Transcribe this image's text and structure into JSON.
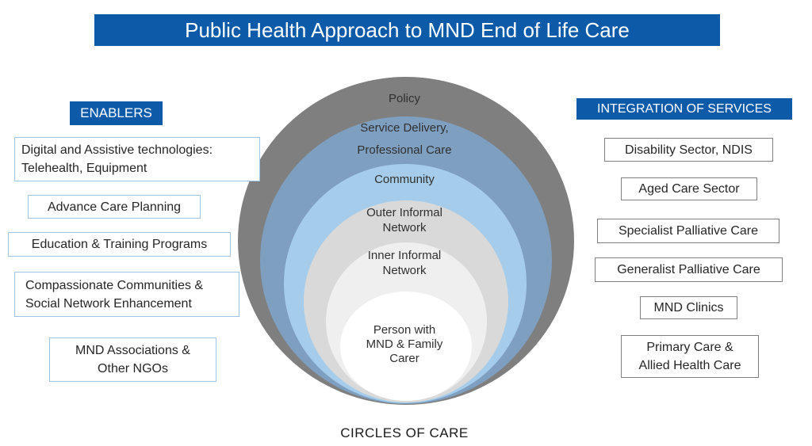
{
  "title": "Public Health Approach to MND End of Life Care",
  "colors": {
    "header_blue": "#0d5aa9",
    "left_box_border": "#9dc3e6",
    "right_box_border": "#7f7f7f",
    "text_dark": "#262626"
  },
  "enablers": {
    "header": "ENABLERS",
    "items": [
      {
        "label": "Digital and Assistive technologies:\nTelehealth, Equipment"
      },
      {
        "label": "Advance Care Planning"
      },
      {
        "label": "Education & Training Programs"
      },
      {
        "label": "Compassionate Communities &\nSocial Network Enhancement"
      },
      {
        "label": "MND Associations &\nOther NGOs"
      }
    ]
  },
  "integration": {
    "header": "INTEGRATION OF SERVICES",
    "items": [
      {
        "label": "Disability Sector, NDIS"
      },
      {
        "label": "Aged Care Sector"
      },
      {
        "label": "Specialist Palliative Care"
      },
      {
        "label": "Generalist Palliative Care"
      },
      {
        "label": "MND Clinics"
      },
      {
        "label": "Primary Care &\nAllied Health Care"
      }
    ]
  },
  "circles": {
    "caption": "CIRCLES OF CARE",
    "rings": [
      {
        "label": "Policy",
        "color": "#7f7f7f"
      },
      {
        "label": "Service Delivery,\nProfessional Care",
        "color": "#7f9fc1"
      },
      {
        "label": "Community",
        "color": "#a5cdeb"
      },
      {
        "label": "Outer Informal\nNetwork",
        "color": "#d9d9d9"
      },
      {
        "label": "Inner Informal\nNetwork",
        "color": "#efefef"
      },
      {
        "label": "Person with\nMND & Family\nCarer",
        "color": "#ffffff"
      }
    ]
  }
}
